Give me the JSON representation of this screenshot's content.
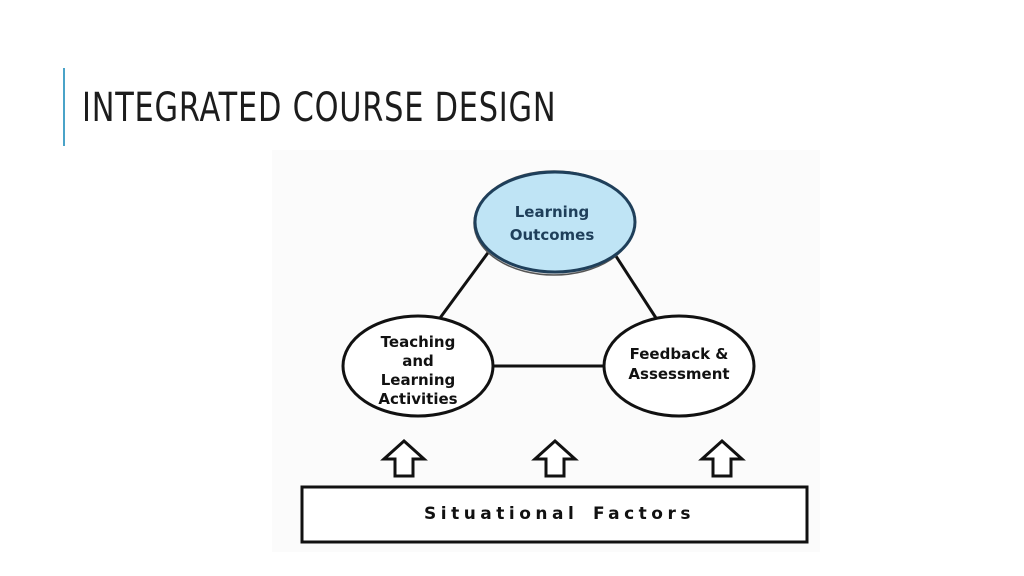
{
  "slide": {
    "title": "INTEGRATED COURSE DESIGN"
  },
  "diagram": {
    "nodes": {
      "learning_outcomes": {
        "line1": "Learning",
        "line2": "Outcomes",
        "fill": "#bfe4f5"
      },
      "teaching_activities": {
        "line1": "Teaching",
        "line2": "and",
        "line3": "Learning",
        "line4": "Activities"
      },
      "feedback_assessment": {
        "line1": "Feedback &",
        "line2": "Assessment"
      }
    },
    "base": {
      "word1": "Situational",
      "word2": "Factors"
    },
    "arrow_icons": [
      "up-arrow-icon",
      "up-arrow-icon",
      "up-arrow-icon"
    ]
  },
  "colors": {
    "accent": "#4aa3c8",
    "outcomes_fill": "#bfe4f5",
    "outcomes_stroke": "#1f3f5a"
  }
}
